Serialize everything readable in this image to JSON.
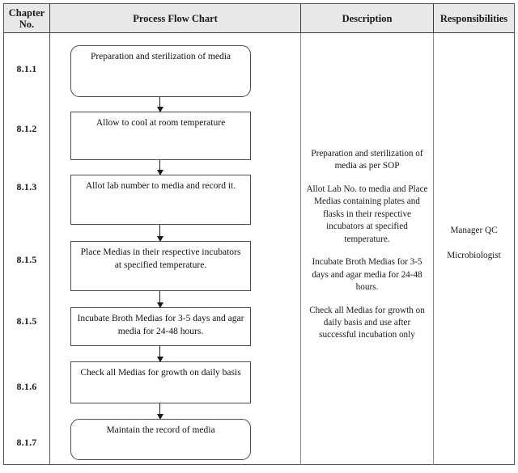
{
  "table": {
    "headers": {
      "chapter": "Chapter\nNo.",
      "chapter_line1": "Chapter",
      "chapter_line2": "No.",
      "flow_chart": "Process Flow Chart",
      "description": "Description",
      "responsibilities": "Responsibilities"
    },
    "chapter_numbers": [
      "8.1.1",
      "8.1.2",
      "8.1.3",
      "8.1.5",
      "8.1.5",
      "8.1.6",
      "8.1.7"
    ],
    "flow_steps": [
      {
        "label": "Preparation and sterilization of media",
        "shape": "terminator"
      },
      {
        "label": "Allow to cool at room temperature",
        "shape": "process"
      },
      {
        "label": "Allot lab number to media and record it.",
        "shape": "process"
      },
      {
        "label": "Place Medias in their respective incubators at specified temperature.",
        "shape": "process"
      },
      {
        "label": "Incubate Broth Medias for 3-5 days and agar media for 24-48 hours.",
        "shape": "process"
      },
      {
        "label": "Check all Medias for growth on daily basis",
        "shape": "process"
      },
      {
        "label": "Maintain the record of media",
        "shape": "terminator"
      }
    ],
    "descriptions": [
      "Preparation and sterilization of media as per SOP",
      "Allot Lab No. to media and Place Medias containing plates and flasks in their respective incubators at specified temperature.",
      "Incubate Broth Medias for 3-5 days and agar media for 24-48 hours.",
      "Check all Medias for growth on daily basis and use after successful incubation only"
    ],
    "responsibilities": [
      "Manager QC",
      "Microbiologist"
    ]
  },
  "colors": {
    "header_background": "#e8e8e8",
    "border": "#555555",
    "text": "#1a1a1a",
    "page_background": "#ffffff"
  }
}
